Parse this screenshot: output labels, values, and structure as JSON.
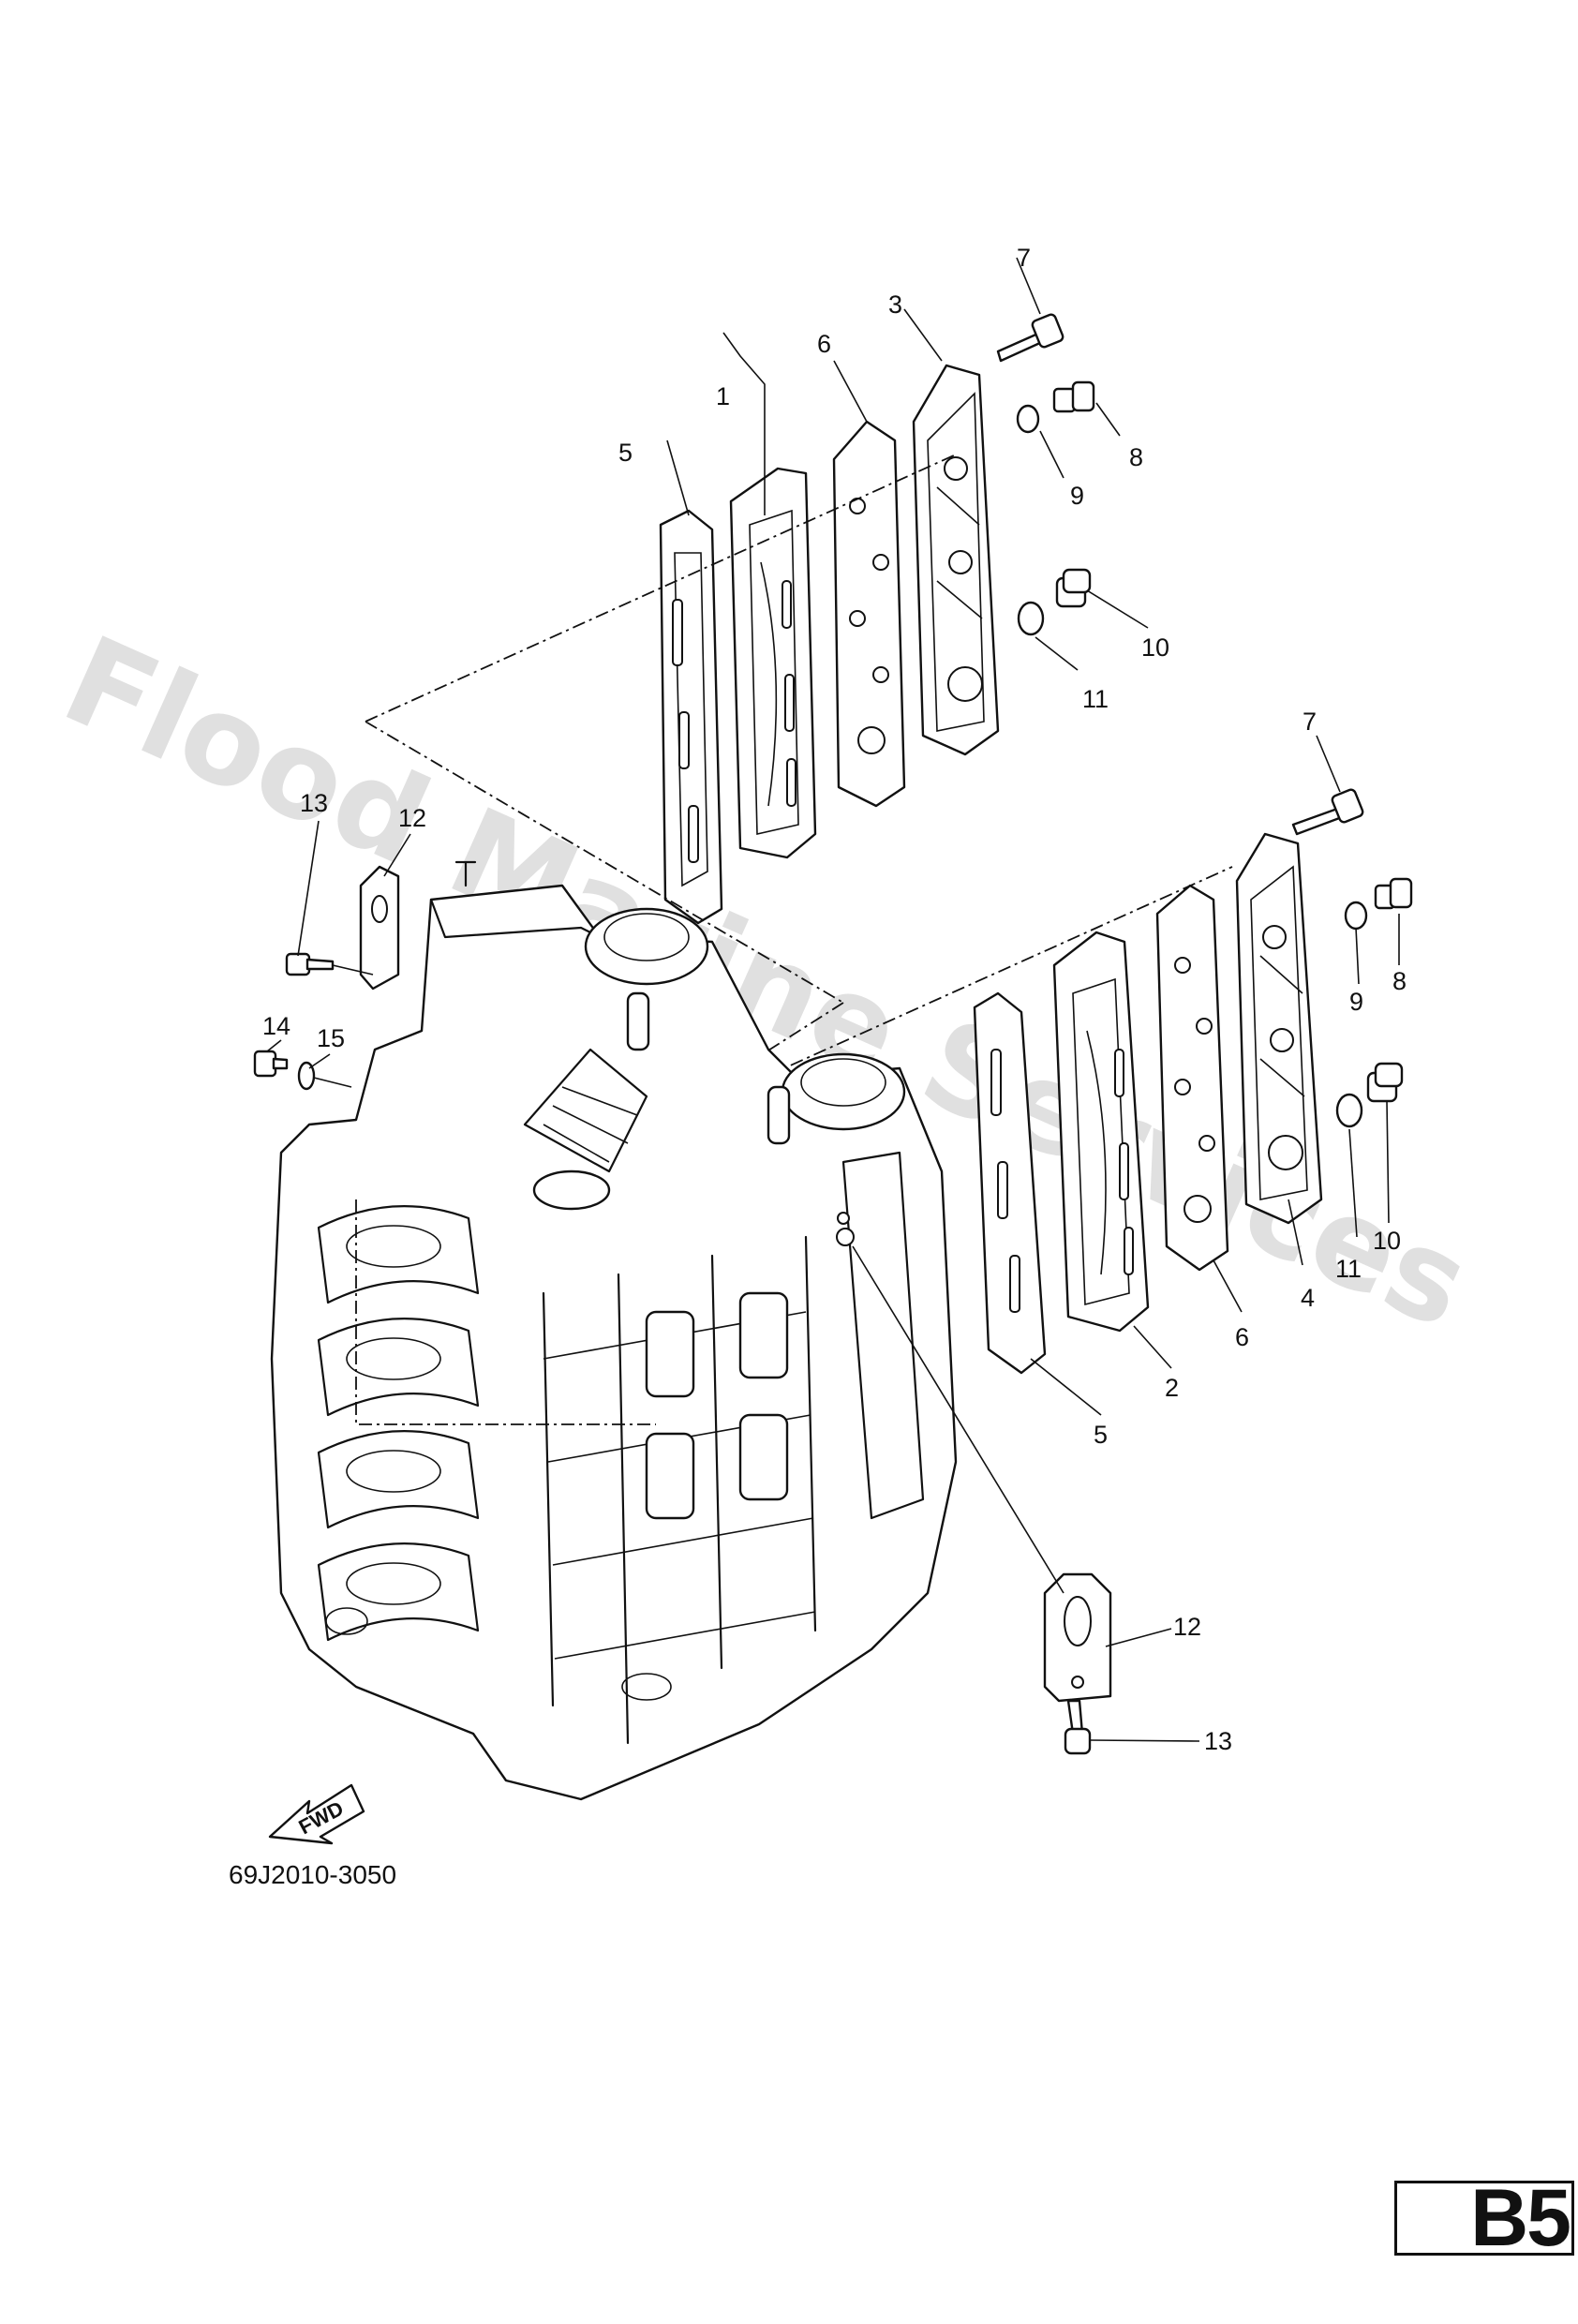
{
  "diagram": {
    "part_number": "69J2010-3050",
    "page_code": "B5",
    "fwd_label": "FWD",
    "watermark": "Flood Marine Services",
    "callouts": {
      "c1": "1",
      "c2": "2",
      "c3": "3",
      "c4": "4",
      "c5a": "5",
      "c5b": "5",
      "c6a": "6",
      "c6b": "6",
      "c7a": "7",
      "c7b": "7",
      "c8a": "8",
      "c8b": "8",
      "c9a": "9",
      "c9b": "9",
      "c10a": "10",
      "c10b": "10",
      "c11a": "11",
      "c11b": "11",
      "c12a": "12",
      "c12b": "12",
      "c13a": "13",
      "c13b": "13",
      "c14": "14",
      "c15": "15"
    }
  },
  "colors": {
    "line": "#111111",
    "background": "#ffffff",
    "watermark": "#c8c8c8"
  }
}
